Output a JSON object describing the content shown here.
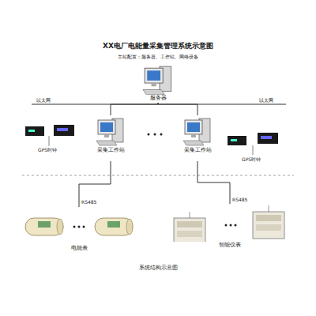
{
  "diagram": {
    "title": "XX电厂电能量采集管理系统示意图",
    "caption": "系统结构示意图",
    "nodes": [
      {
        "text": [
          "服务器"
        ]
      },
      {
        "text": [
          "采集工作站"
        ]
      },
      {
        "text": [
          "采集工作站"
        ]
      },
      {
        "text": [
          "电能表"
        ]
      },
      {
        "text": [
          "智能仪表"
        ]
      }
    ],
    "edges": [
      {
        "from": 0,
        "to": 1,
        "arrow": "none"
      },
      {
        "from": 0,
        "to": 2,
        "arrow": "none"
      },
      {
        "from": 1,
        "to": 3,
        "label": "RS485",
        "arrow": "none"
      },
      {
        "from": 2,
        "to": 4,
        "label": "RS485",
        "arrow": "none"
      }
    ],
    "labels": [
      "主站配置：服务器、工作站、网络设备",
      "以太网",
      "以太网",
      "GPS时钟",
      "GPS时钟"
    ]
  }
}
